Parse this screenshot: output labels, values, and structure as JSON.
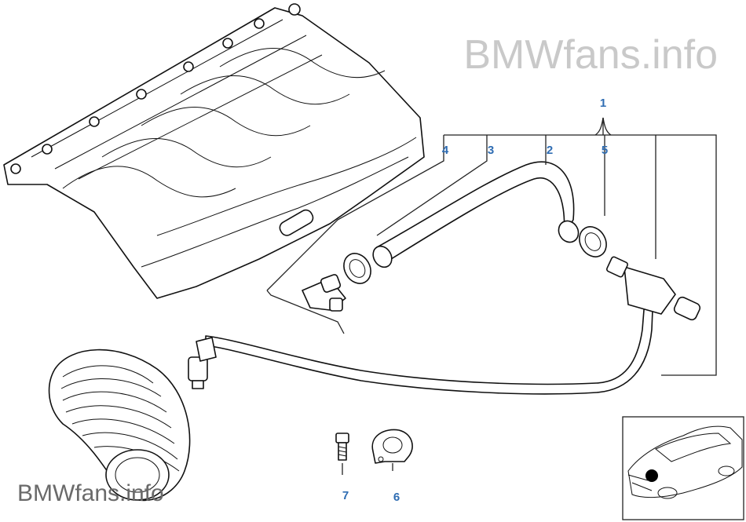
{
  "watermark": {
    "top": "BMWfans.info",
    "bottom": "BMWfans.info"
  },
  "callouts": {
    "c1": "1",
    "c2": "2",
    "c3": "3",
    "c4": "4",
    "c5": "5",
    "c6": "6",
    "c7": "7"
  },
  "colors": {
    "callout": "#2f6db3",
    "line": "#222222",
    "watermark_top": "#c9c9c9",
    "watermark_bottom": "#6a6a6a"
  }
}
